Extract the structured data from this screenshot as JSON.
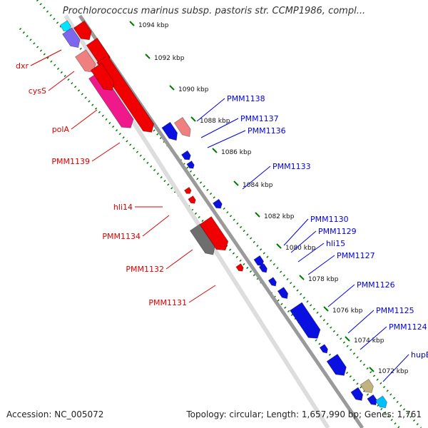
{
  "title": "Prochlorococcus marinus subsp. pastoris str. CCMP1986, compl...",
  "footer": {
    "accession": "Accession: NC_005072",
    "topology": "Topology: circular; Length: 1,657,990 bp; Genes: 1,761"
  },
  "colors": {
    "forward": "#0000ee",
    "reverse": "#dd0000",
    "tick": "#007a00",
    "backbone": "#9a9a9a",
    "gene_blue": "#0a10e0",
    "gene_red": "#f00000",
    "gene_pink": "#f08080",
    "gene_magenta": "#f0198c",
    "gene_purple": "#7b68ee",
    "gene_cyan": "#00e5ff",
    "gene_gray": "#6e6e6e",
    "gene_olive": "#c2b280",
    "gene_lightblue": "#00bfff"
  },
  "scale": {
    "unit": "kbp",
    "ticks": [
      {
        "pos": 1094,
        "label": "1094 kbp"
      },
      {
        "pos": 1092,
        "label": "1092 kbp"
      },
      {
        "pos": 1090,
        "label": "1090 kbp"
      },
      {
        "pos": 1088,
        "label": "1088 kbp"
      },
      {
        "pos": 1086,
        "label": "1086 kbp"
      },
      {
        "pos": 1084,
        "label": "1084 kbp"
      },
      {
        "pos": 1082,
        "label": "1082 kbp"
      },
      {
        "pos": 1080,
        "label": "1080 kbp"
      },
      {
        "pos": 1078,
        "label": "1078 kbp"
      },
      {
        "pos": 1076,
        "label": "1076 kbp"
      },
      {
        "pos": 1074,
        "label": "1074 kbp"
      },
      {
        "pos": 1072,
        "label": "1072 kbp"
      }
    ]
  },
  "genes": [
    {
      "color": "gene_cyan",
      "strand": "reverse",
      "label": ""
    },
    {
      "color": "gene_purple",
      "strand": "reverse",
      "label": "dxr"
    },
    {
      "color": "gene_red",
      "strand": "reverse",
      "label": ""
    },
    {
      "color": "gene_pink",
      "strand": "reverse",
      "label": "cysS"
    },
    {
      "color": "gene_red",
      "strand": "reverse",
      "label": ""
    },
    {
      "color": "gene_magenta",
      "strand": "reverse",
      "label": "polA"
    },
    {
      "color": "gene_red",
      "strand": "reverse",
      "label": ""
    },
    {
      "color": "gene_pink",
      "strand": "forward",
      "label": "PMM1138"
    },
    {
      "color": "gene_blue",
      "strand": "forward",
      "label": "PMM1137"
    },
    {
      "color": "gene_blue",
      "strand": "forward",
      "label": "PMM1136"
    },
    {
      "color": "gene_blue",
      "strand": "forward",
      "label": ""
    },
    {
      "color": "gene_red",
      "strand": "reverse",
      "label": "PMM1139"
    },
    {
      "color": "gene_red",
      "strand": "reverse",
      "label": ""
    },
    {
      "color": "gene_blue",
      "strand": "forward",
      "label": "PMM1133"
    },
    {
      "color": "gene_red",
      "strand": "reverse",
      "label": "hli14"
    },
    {
      "color": "gene_red",
      "strand": "reverse",
      "label": "PMM1134"
    },
    {
      "color": "gene_gray",
      "strand": "reverse",
      "label": "PMM1132"
    },
    {
      "color": "gene_red",
      "strand": "reverse",
      "label": "PMM1131"
    },
    {
      "color": "gene_blue",
      "strand": "forward",
      "label": "PMM1130"
    },
    {
      "color": "gene_blue",
      "strand": "forward",
      "label": "PMM1129"
    },
    {
      "color": "gene_blue",
      "strand": "forward",
      "label": "hli15"
    },
    {
      "color": "gene_blue",
      "strand": "forward",
      "label": "PMM1127"
    },
    {
      "color": "gene_blue",
      "strand": "forward",
      "label": "PMM1126"
    },
    {
      "color": "gene_blue",
      "strand": "forward",
      "label": "PMM1125"
    },
    {
      "color": "gene_blue",
      "strand": "forward",
      "label": "PMM1124"
    },
    {
      "color": "gene_blue",
      "strand": "forward",
      "label": ""
    },
    {
      "color": "gene_olive",
      "strand": "forward",
      "label": "hupE"
    },
    {
      "color": "gene_blue",
      "strand": "forward",
      "label": ""
    },
    {
      "color": "gene_lightblue",
      "strand": "forward",
      "label": ""
    }
  ]
}
